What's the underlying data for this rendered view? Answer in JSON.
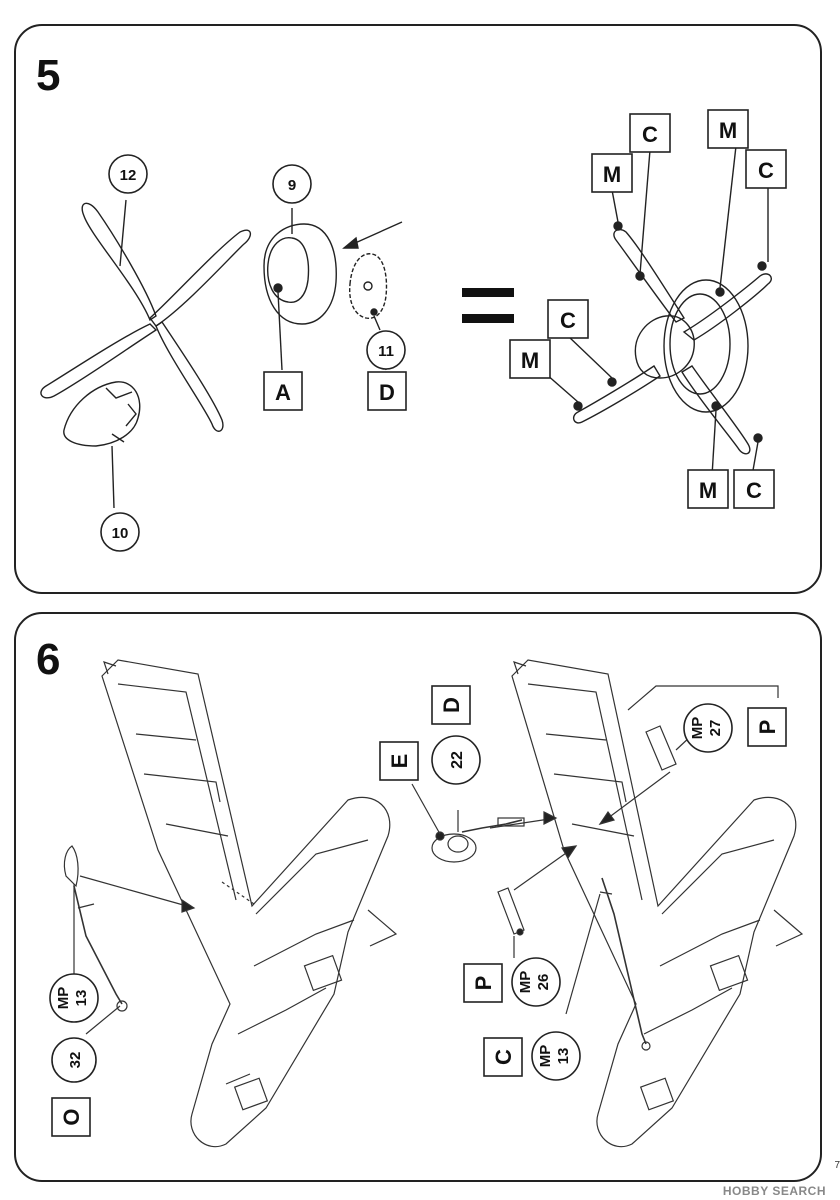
{
  "steps": [
    {
      "number": "5",
      "parts": {
        "propeller": "12",
        "cowling": "9",
        "spinner": "10",
        "engine_face": "11"
      },
      "color_codes": {
        "cowling_color": "A",
        "engine_color": "D",
        "tip_1_a": "C",
        "tip_1_b": "M",
        "tip_2_a": "M",
        "tip_2_b": "C",
        "tip_3_a": "C",
        "tip_3_b": "M",
        "tip_4_a": "M",
        "tip_4_b": "C"
      },
      "equals": "="
    },
    {
      "number": "6",
      "parts": {
        "left_gear_mp": "MP",
        "left_gear_mp_num": "13",
        "left_gear_num": "32",
        "wheel_num": "22",
        "door_left_mp": "MP",
        "door_left_mp_num": "26",
        "right_gear_mp": "MP",
        "right_gear_mp_num": "13",
        "door_top_mp": "MP",
        "door_top_mp_num": "27"
      },
      "color_codes": {
        "left_gear_color": "O",
        "wheel_color_d": "D",
        "wheel_color_e": "E",
        "door_left_color": "P",
        "right_gear_color": "C",
        "door_top_color": "P"
      }
    }
  ],
  "watermark": "HOBBY SEARCH",
  "page_number": "7"
}
